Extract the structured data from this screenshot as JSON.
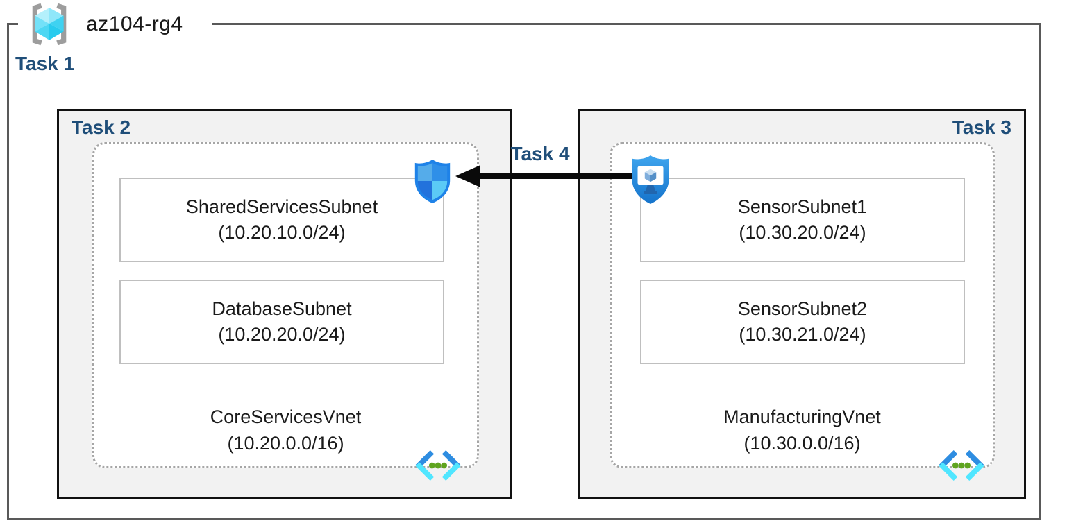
{
  "header": {
    "title": "az104-rg4",
    "icon": "resource-group-icon"
  },
  "tasks": {
    "task1": "Task 1",
    "task2": "Task 2",
    "task3": "Task 3",
    "task4": "Task 4"
  },
  "vnets": [
    {
      "name": "CoreServicesVnet",
      "cidr": "(10.20.0.0/16)",
      "zone_task": "Task 2",
      "subnets": [
        {
          "name": "SharedServicesSubnet",
          "cidr": "(10.20.10.0/24)"
        },
        {
          "name": "DatabaseSubnet",
          "cidr": "(10.20.20.0/24)"
        }
      ]
    },
    {
      "name": "ManufacturingVnet",
      "cidr": "(10.30.0.0/16)",
      "zone_task": "Task 3",
      "subnets": [
        {
          "name": "SensorSubnet1",
          "cidr": "(10.30.20.0/24)"
        },
        {
          "name": "SensorSubnet2",
          "cidr": "(10.30.21.0/24)"
        }
      ]
    }
  ],
  "connector": {
    "label": "Task 4",
    "direction": "right-to-left"
  },
  "icons": {
    "resource_group": "resource-group-icon",
    "nsg_shield": "network-security-group-shield-icon",
    "asg": "application-security-group-icon",
    "virtual_network": "virtual-network-icon"
  },
  "colors": {
    "task_label_navy": "#1F4E79",
    "zone_fill": "#F2F2F2",
    "zone_border": "#111111",
    "outer_border": "#595959",
    "dotted_border": "#A6A6A6",
    "subnet_border": "#BFBFBF",
    "arrow_black": "#0A0A0A",
    "shield_blue_border": "#1E82E8",
    "shield_quadrants": [
      "#55ACEA",
      "#2F8FE8",
      "#2272DC",
      "#5BCAF6"
    ],
    "asg_blue_top": "#3FA5EE",
    "asg_blue_bottom": "#1573CB",
    "vnet_chevron_blue": "#2E8DE1",
    "vnet_chevron_cyan": "#50E6FF",
    "vnet_dot_green": "#5FA41F",
    "cube_cyan_top": "#A5EDFB",
    "cube_cyan_left": "#5FDDF6",
    "cube_cyan_right": "#35CFF0",
    "bracket_gray": "#9D9D9D"
  }
}
